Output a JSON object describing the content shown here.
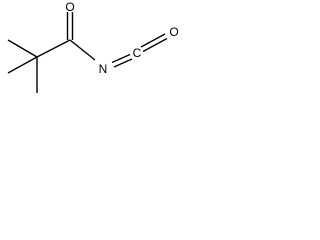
{
  "molecule": {
    "atoms": {
      "carbonyl_oxygen": "O",
      "nitrogen": "N",
      "isocyanate_carbon": "C",
      "isocyanate_oxygen": "O"
    }
  },
  "colors": {
    "bond": "#000000",
    "label": "#000000",
    "background": "#ffffff"
  }
}
